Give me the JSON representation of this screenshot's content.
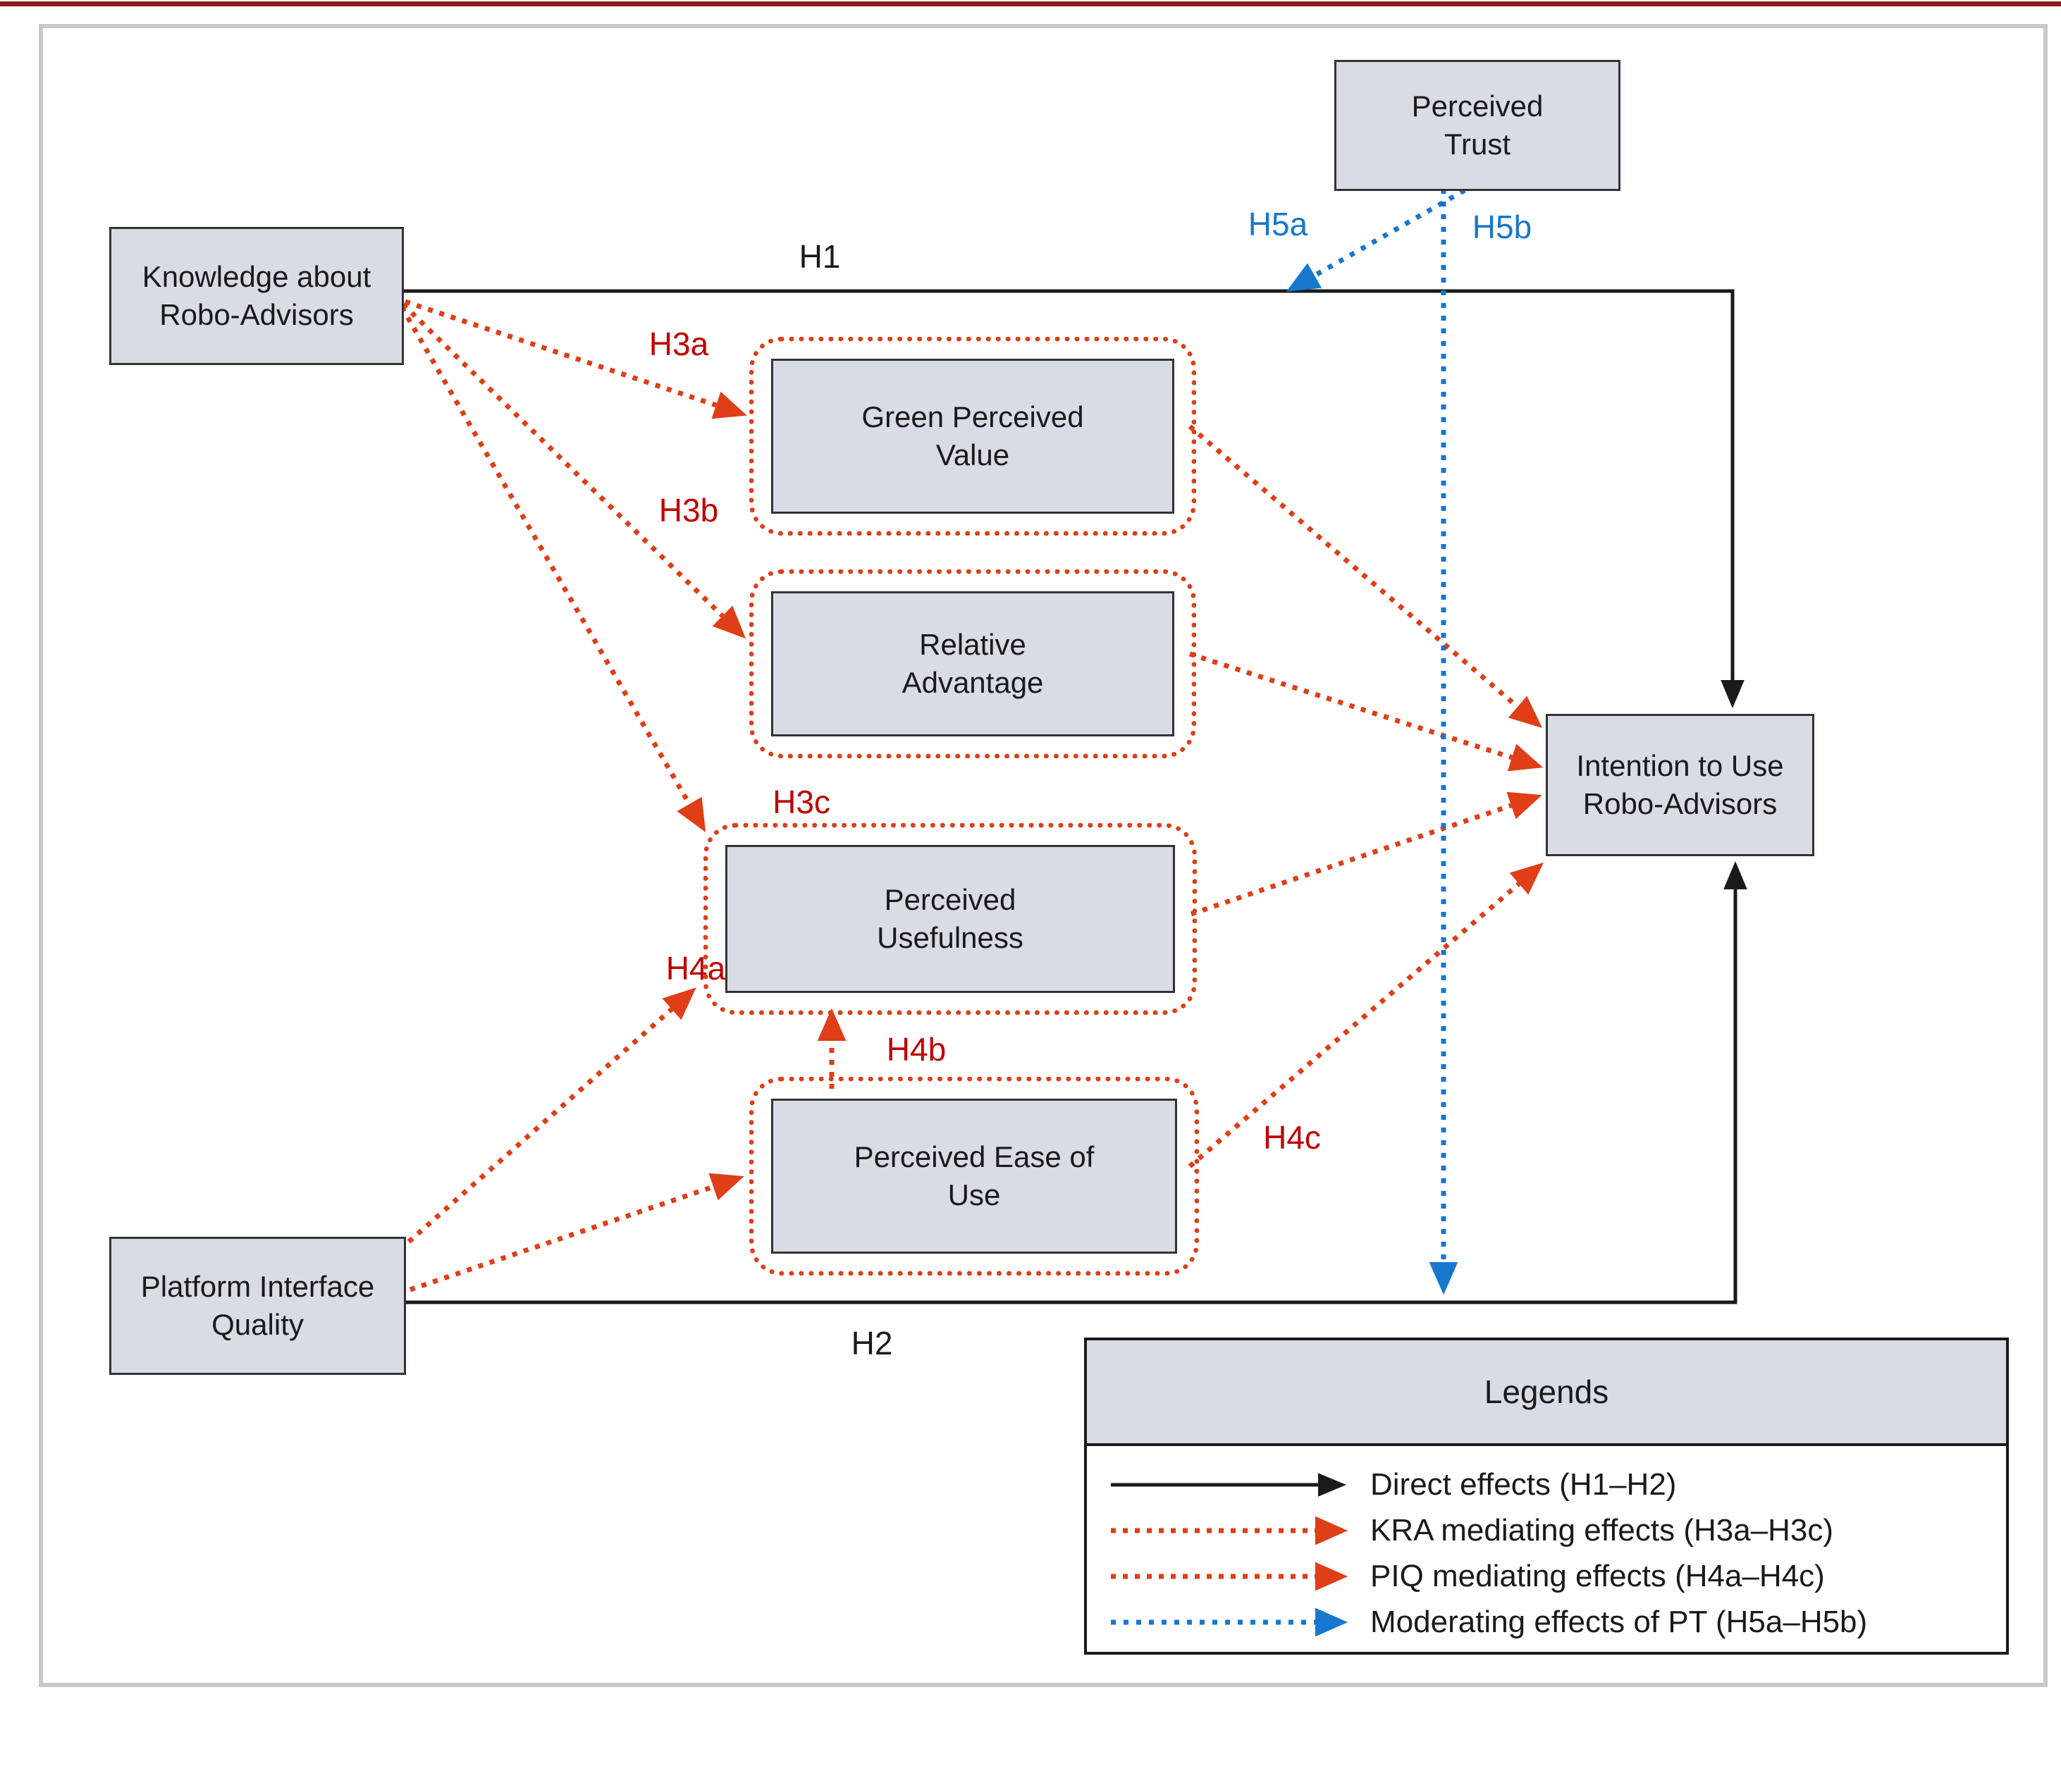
{
  "nodes": {
    "perceived_trust": "Perceived\nTrust",
    "knowledge": "Knowledge about\nRobo-Advisors",
    "platform_quality": "Platform Interface\nQuality",
    "green_value": "Green Perceived\nValue",
    "relative_advantage": "Relative\nAdvantage",
    "perceived_usefulness": "Perceived\nUsefulness",
    "ease_of_use": "Perceived Ease of\nUse",
    "intention": "Intention to Use\nRobo-Advisors"
  },
  "labels": {
    "h1": "H1",
    "h2": "H2",
    "h3a": "H3a",
    "h3b": "H3b",
    "h3c": "H3c",
    "h4a": "H4a",
    "h4b": "H4b",
    "h4c": "H4c",
    "h5a": "H5a",
    "h5b": "H5b"
  },
  "legend": {
    "title": "Legends",
    "items": [
      {
        "label": "Direct effects (H1–H2)",
        "style": "solid",
        "color": "#1a1a1a"
      },
      {
        "label": "KRA mediating effects (H3a–H3c)",
        "style": "dotted",
        "color": "#df3e17"
      },
      {
        "label": "PIQ mediating effects (H4a–H4c)",
        "style": "dotted",
        "color": "#df3e17"
      },
      {
        "label": "Moderating effects of PT (H5a–H5b)",
        "style": "dotted",
        "color": "#1777ce"
      }
    ]
  },
  "colors": {
    "node_fill": "#d7dce5",
    "node_border": "#333333",
    "direct_effect": "#1a1a1a",
    "mediating_effect": "#df3e17",
    "hypothesis_red": "#c00000",
    "moderating_effect": "#1777ce",
    "frame_border": "#c9c9c9",
    "top_rule": "#8b1c1c"
  }
}
